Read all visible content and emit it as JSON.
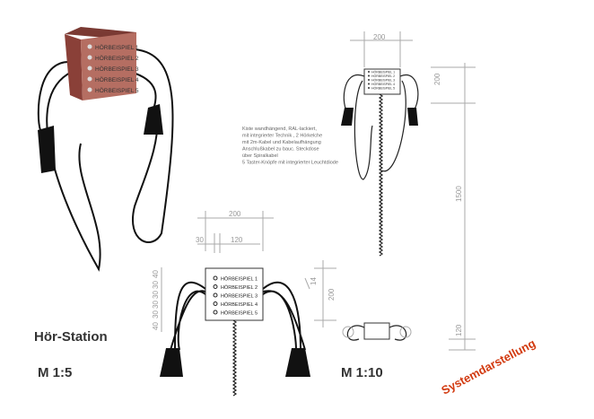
{
  "title": "Hör-Station",
  "scale_left": "M 1:5",
  "scale_right": "M 1:10",
  "stamp": "Systemdarstellung",
  "buttons": [
    "HÖRBEISPIEL 1",
    "HÖRBEISPIEL 2",
    "HÖRBEISPIEL 3",
    "HÖRBEISPIEL 4",
    "HÖRBEISPIEL 5"
  ],
  "notes": [
    "Kiste wandhängend, RAL-lackiert,",
    "mit integrierter Technik , 2 Hörkelche",
    "mit 2m-Kabel und Kabelaufhängung",
    "Anschlußkabel zu bauс. Steckdose",
    "über Spiralkabel",
    "5 Taster-Knöpfe mit integrierter Leuchtdiode"
  ],
  "dims": {
    "top_width": "200",
    "top_height": "200",
    "total_height": "1500",
    "bottom_height": "120",
    "front_width": "200",
    "front_offset": "30",
    "front_spacing": "120",
    "front_height": "200",
    "front_button_gap": "14",
    "side_top": "40",
    "side_mid": [
      "30",
      "30",
      "30",
      "30"
    ],
    "side_bottom": "40"
  },
  "colors": {
    "box": "#a85a50",
    "stamp": "#d23a10"
  }
}
